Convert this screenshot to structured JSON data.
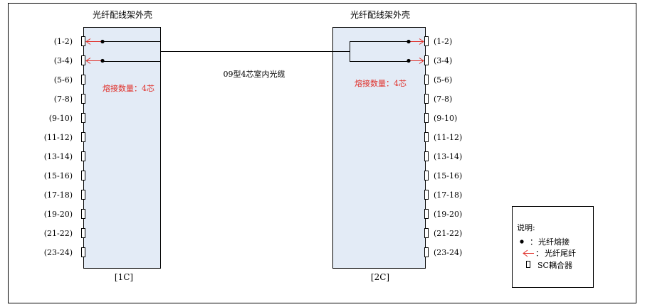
{
  "colors": {
    "frame_fill": "#e3ebf6",
    "outline": "#000000",
    "pigtail_red": "#e0302a",
    "label_red": "#e0302a"
  },
  "left_frame": {
    "title": "光纤配线架外壳",
    "bottom_label": "[1C]",
    "splice_count_label": "熔接数量：4芯"
  },
  "right_frame": {
    "title": "光纤配线架外壳",
    "bottom_label": "[2C]",
    "splice_count_label": "熔接数量：4芯"
  },
  "port_labels": [
    "(1-2)",
    "(3-4)",
    "(5-6)",
    "(7-8)",
    "(9-10)",
    "(11-12)",
    "(13-14)",
    "(15-16)",
    "(17-18)",
    "(19-20)",
    "(21-22)",
    "(23-24)"
  ],
  "spliced_ports": [
    0,
    1
  ],
  "cable_label": "09型4芯室内光缆",
  "legend": {
    "title": "说明:",
    "items": [
      {
        "icon": "splice-dot-icon",
        "sep": "：",
        "label": "光纤熔接"
      },
      {
        "icon": "pigtail-arrow-icon",
        "sep": "：",
        "label": "光纤尾纤"
      },
      {
        "icon": "sc-coupler-icon",
        "sep": "",
        "label": "SC耦合器"
      }
    ]
  }
}
